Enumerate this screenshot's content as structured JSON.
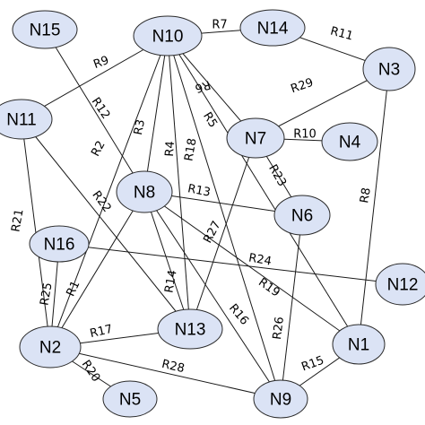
{
  "colors": {
    "node_fill": "#dbe3f5",
    "node_stroke": "#2a2a2a",
    "edge": "#1a1a1a"
  },
  "nodes": [
    {
      "id": "N15",
      "label": "N15"
    },
    {
      "id": "N10",
      "label": "N10"
    },
    {
      "id": "N14",
      "label": "N14"
    },
    {
      "id": "N3",
      "label": "N3"
    },
    {
      "id": "N11",
      "label": "N11"
    },
    {
      "id": "N7",
      "label": "N7"
    },
    {
      "id": "N4",
      "label": "N4"
    },
    {
      "id": "N8",
      "label": "N8"
    },
    {
      "id": "N6",
      "label": "N6"
    },
    {
      "id": "N16",
      "label": "N16"
    },
    {
      "id": "N12",
      "label": "N12"
    },
    {
      "id": "N2",
      "label": "N2"
    },
    {
      "id": "N13",
      "label": "N13"
    },
    {
      "id": "N1",
      "label": "N1"
    },
    {
      "id": "N5",
      "label": "N5"
    },
    {
      "id": "N9",
      "label": "N9"
    }
  ],
  "edges": [
    {
      "id": "R7",
      "label": "R7",
      "from": "N10",
      "to": "N14"
    },
    {
      "id": "R11",
      "label": "R11",
      "from": "N14",
      "to": "N3"
    },
    {
      "id": "R9",
      "label": "R9",
      "from": "N11",
      "to": "N10"
    },
    {
      "id": "R12",
      "label": "R12",
      "from": "N15",
      "to": "N8"
    },
    {
      "id": "R6",
      "label": "R6",
      "from": "N10",
      "to": "N7"
    },
    {
      "id": "R29",
      "label": "R29",
      "from": "N7",
      "to": "N3"
    },
    {
      "id": "R10",
      "label": "R10",
      "from": "N7",
      "to": "N4"
    },
    {
      "id": "R8",
      "label": "R8",
      "from": "N3",
      "to": "N1"
    },
    {
      "id": "R3",
      "label": "R3",
      "from": "N10",
      "to": "N8"
    },
    {
      "id": "R2",
      "label": "R2",
      "from": "N10",
      "to": "N2"
    },
    {
      "id": "R4",
      "label": "R4",
      "from": "N10",
      "to": "N13"
    },
    {
      "id": "R18",
      "label": "R18",
      "from": "N10",
      "to": "N9"
    },
    {
      "id": "R5",
      "label": "R5",
      "from": "N10",
      "to": "N1"
    },
    {
      "id": "R23",
      "label": "R23",
      "from": "N7",
      "to": "N6"
    },
    {
      "id": "R13",
      "label": "R13",
      "from": "N8",
      "to": "N6"
    },
    {
      "id": "R27",
      "label": "R27",
      "from": "N7",
      "to": "N13"
    },
    {
      "id": "R22",
      "label": "R22",
      "from": "N11",
      "to": "N13"
    },
    {
      "id": "R21",
      "label": "R21",
      "from": "N11",
      "to": "N2"
    },
    {
      "id": "R24",
      "label": "R24",
      "from": "N16",
      "to": "N12"
    },
    {
      "id": "R14",
      "label": "R14",
      "from": "N8",
      "to": "N13"
    },
    {
      "id": "R19",
      "label": "R19",
      "from": "N8",
      "to": "N1"
    },
    {
      "id": "R25",
      "label": "R25",
      "from": "N16",
      "to": "N2"
    },
    {
      "id": "R1",
      "label": "R1",
      "from": "N8",
      "to": "N2"
    },
    {
      "id": "R16",
      "label": "R16",
      "from": "N8",
      "to": "N9"
    },
    {
      "id": "R26",
      "label": "R26",
      "from": "N6",
      "to": "N9"
    },
    {
      "id": "R17",
      "label": "R17",
      "from": "N2",
      "to": "N13"
    },
    {
      "id": "R15",
      "label": "R15",
      "from": "N9",
      "to": "N1"
    },
    {
      "id": "R20",
      "label": "R20",
      "from": "N2",
      "to": "N5"
    },
    {
      "id": "R28",
      "label": "R28",
      "from": "N2",
      "to": "N9"
    }
  ]
}
